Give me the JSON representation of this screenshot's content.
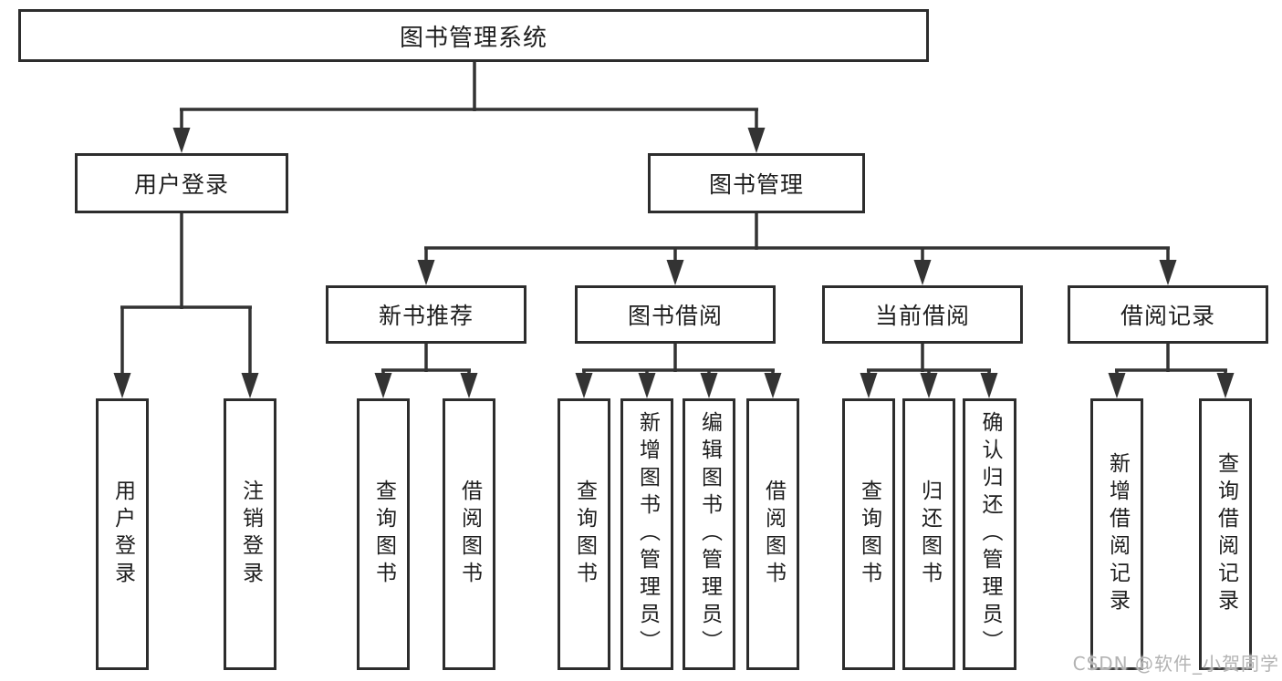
{
  "diagram_title": "图书管理系统",
  "tree": {
    "label": "图书管理系统",
    "children": [
      {
        "label": "用户登录",
        "children": [
          {
            "label": "用户登录"
          },
          {
            "label": "注销登录"
          }
        ]
      },
      {
        "label": "图书管理",
        "children": [
          {
            "label": "新书推荐",
            "children": [
              {
                "label": "查询图书"
              },
              {
                "label": "借阅图书"
              }
            ]
          },
          {
            "label": "图书借阅",
            "children": [
              {
                "label": "查询图书"
              },
              {
                "label": "新增图书（管理员）"
              },
              {
                "label": "编辑图书（管理员）"
              },
              {
                "label": "借阅图书"
              }
            ]
          },
          {
            "label": "当前借阅",
            "children": [
              {
                "label": "查询图书"
              },
              {
                "label": "归还图书"
              },
              {
                "label": "确认归还（管理员）"
              }
            ]
          },
          {
            "label": "借阅记录",
            "children": [
              {
                "label": "新增借阅记录"
              },
              {
                "label": "查询借阅记录"
              }
            ]
          }
        ]
      }
    ]
  },
  "watermark": {
    "text": "CSDN @软件_小贺同学"
  },
  "colors": {
    "line": "#333333",
    "box_border": "#2d2d2d",
    "text": "#1e1e1e",
    "background": "#ffffff",
    "watermark": "#b3b3b3"
  }
}
